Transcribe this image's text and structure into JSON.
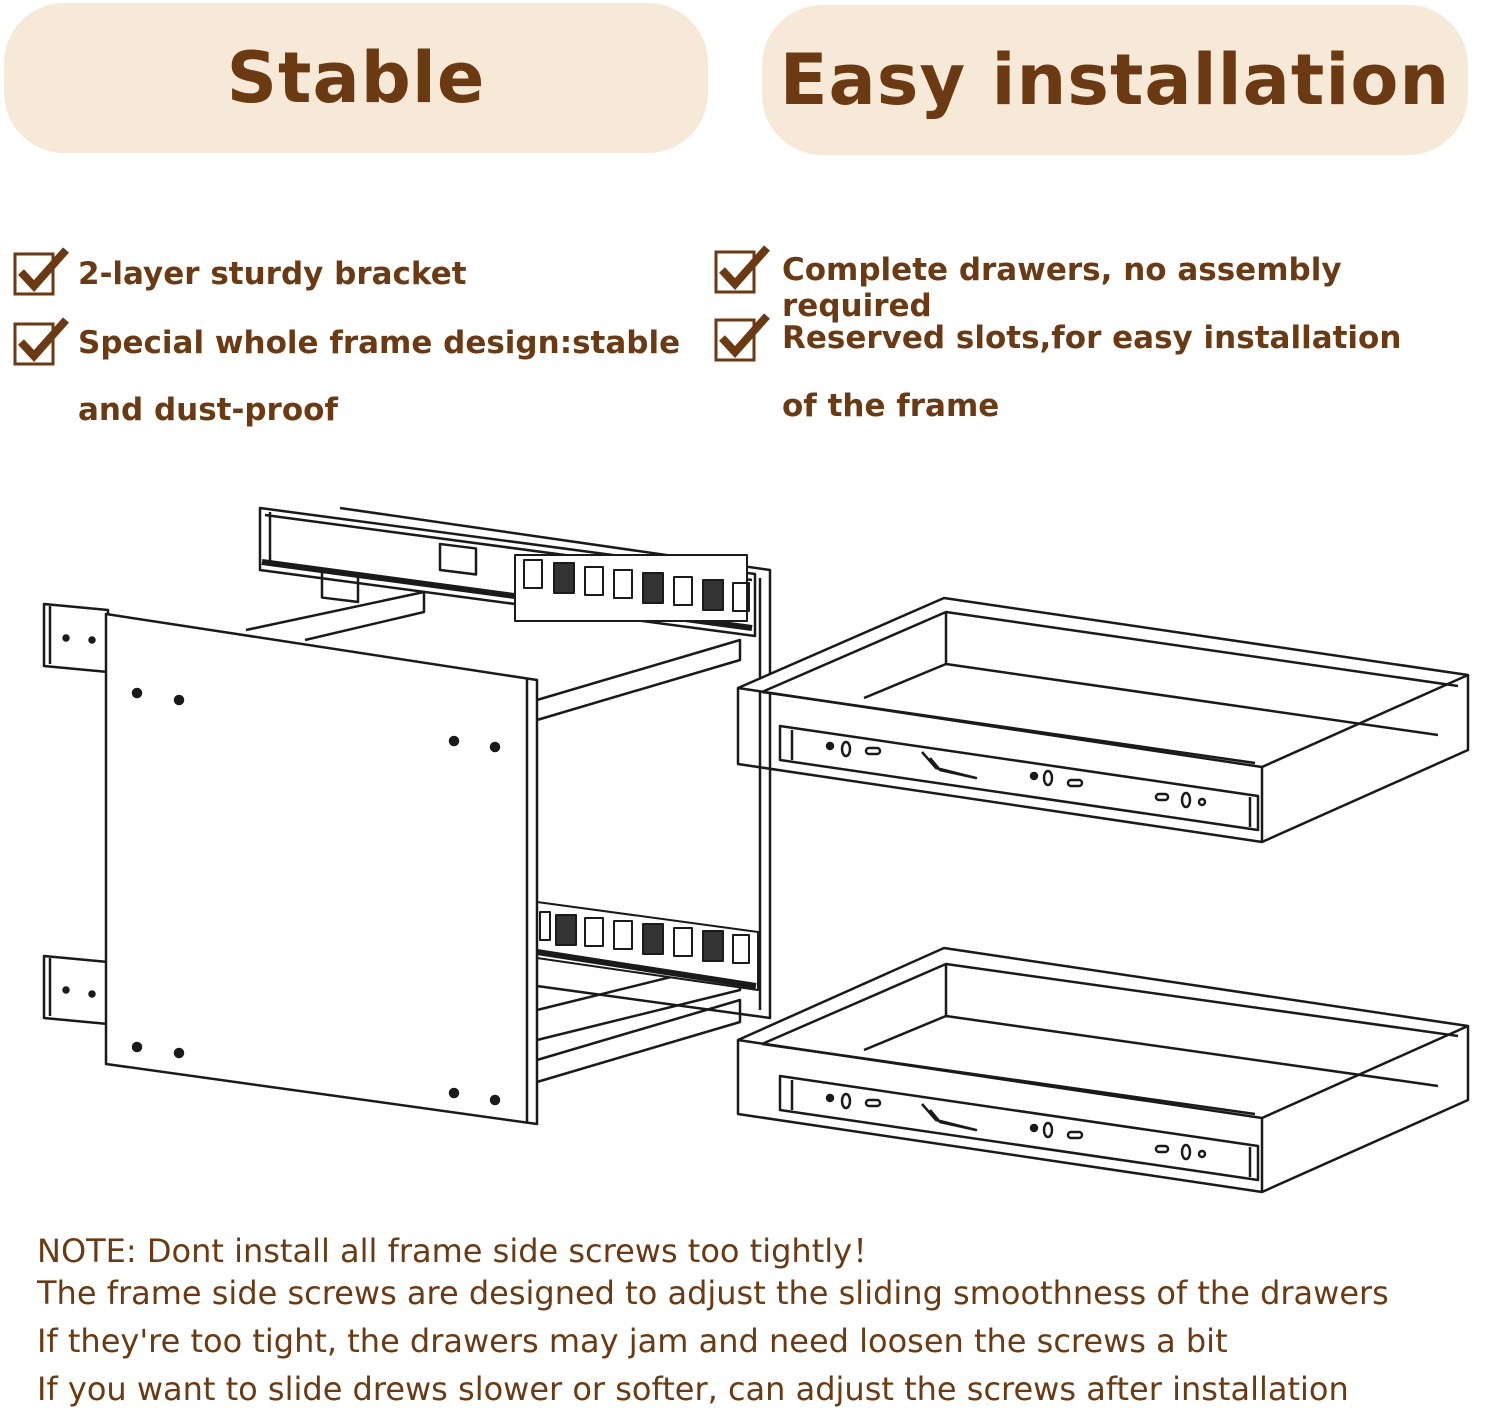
{
  "headers": {
    "left": "Stable",
    "right": "Easy installation"
  },
  "features_left": [
    "2-layer sturdy bracket",
    "Special whole frame design:stable",
    "and dust-proof"
  ],
  "features_right": [
    "Complete drawers, no assembly required",
    "Reserved slots,for easy installation",
    "of the frame"
  ],
  "note_lines": [
    "NOTE: Dont install all frame side screws too tightly！",
    "The frame side screws are designed to adjust the sliding smoothness of the drawers",
    "If they're too tight, the drawers may jam and need loosen the screws a bit",
    "If you want to slide drews slower or softer, can adjust the screws after installation"
  ],
  "colors": {
    "accent_text": "#6b3a13",
    "pill_background": "#f7e9d8",
    "line_art": "#1a1a1a"
  },
  "icons": [
    "checkmark-icon"
  ]
}
